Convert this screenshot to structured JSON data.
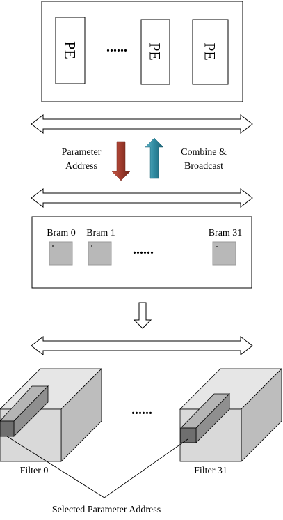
{
  "pe_array": {
    "cells": [
      "PE",
      "PE",
      "PE"
    ],
    "ellipsis": "......"
  },
  "bus_labels": {
    "down": [
      "Parameter",
      "Address"
    ],
    "up": [
      "Combine &",
      "Broadcast"
    ]
  },
  "bram_bank": {
    "items": [
      "Bram 0",
      "Bram 1",
      "Bram 31"
    ],
    "ellipsis": "......"
  },
  "filters": {
    "items": [
      "Filter 0",
      "Filter 31"
    ],
    "ellipsis": "......",
    "caption": "Selected Parameter Address"
  },
  "colors": {
    "down_arrow": "#9e3a2c",
    "up_arrow": "#2f8aa0",
    "bram_fill": "#b8b8b8",
    "cube_fill": "#d9d9d9"
  }
}
